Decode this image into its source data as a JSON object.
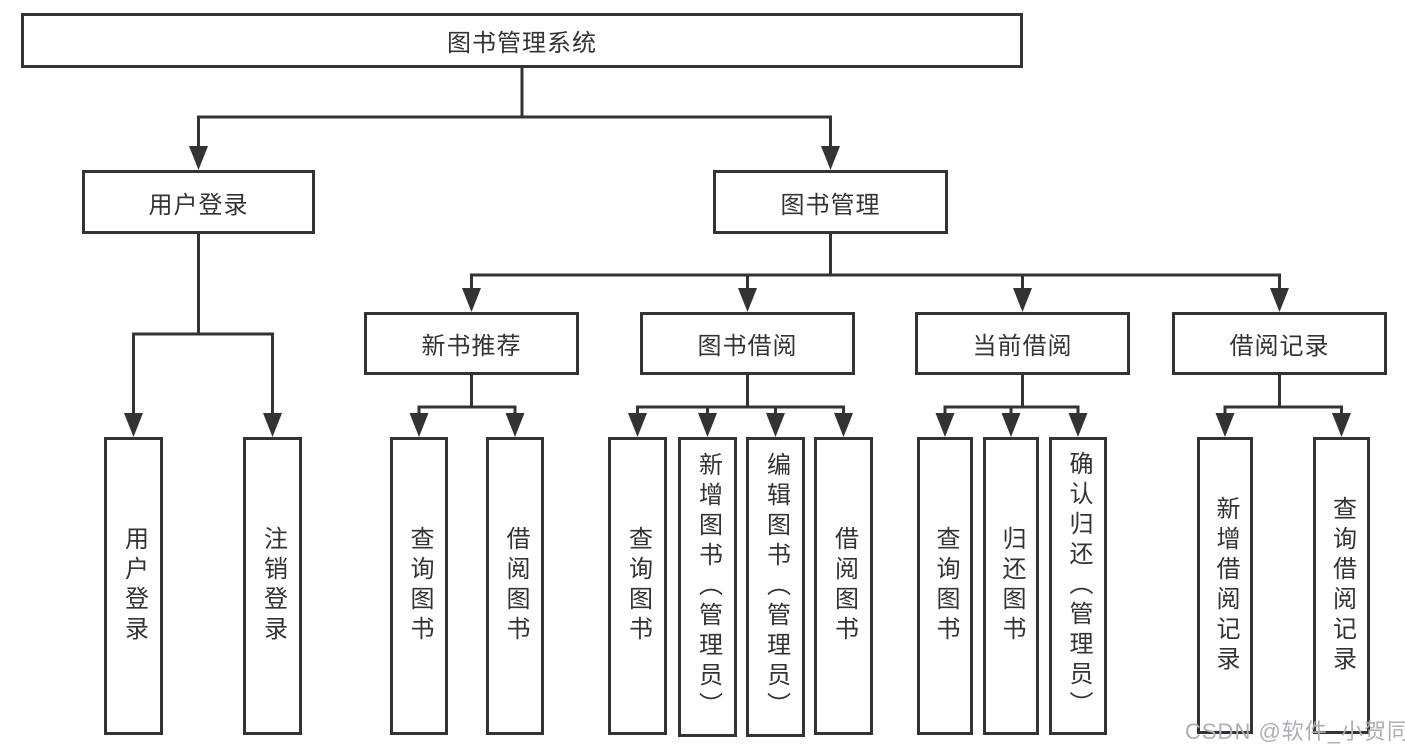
{
  "tree": {
    "root": {
      "label": "图书管理系统"
    },
    "branches": [
      {
        "label": "用户登录",
        "children": [
          {
            "label": "用户登录"
          },
          {
            "label": "注销登录"
          }
        ]
      },
      {
        "label": "图书管理",
        "children": [
          {
            "label": "新书推荐",
            "children": [
              {
                "label": "查询图书"
              },
              {
                "label": "借阅图书"
              }
            ]
          },
          {
            "label": "图书借阅",
            "children": [
              {
                "label": "查询图书"
              },
              {
                "label": "新增图书（管理员）"
              },
              {
                "label": "编辑图书（管理员）"
              },
              {
                "label": "借阅图书"
              }
            ]
          },
          {
            "label": "当前借阅",
            "children": [
              {
                "label": "查询图书"
              },
              {
                "label": "归还图书"
              },
              {
                "label": "确认归还（管理员）"
              }
            ]
          },
          {
            "label": "借阅记录",
            "children": [
              {
                "label": "新增借阅记录"
              },
              {
                "label": "查询借阅记录"
              }
            ]
          }
        ]
      }
    ]
  },
  "watermark": {
    "text": "CSDN @软件_小贺同学"
  },
  "colors": {
    "line": "#333333",
    "box_border": "#333333",
    "text": "#333333",
    "watermark": "#aeaeb6",
    "background": "#ffffff"
  }
}
